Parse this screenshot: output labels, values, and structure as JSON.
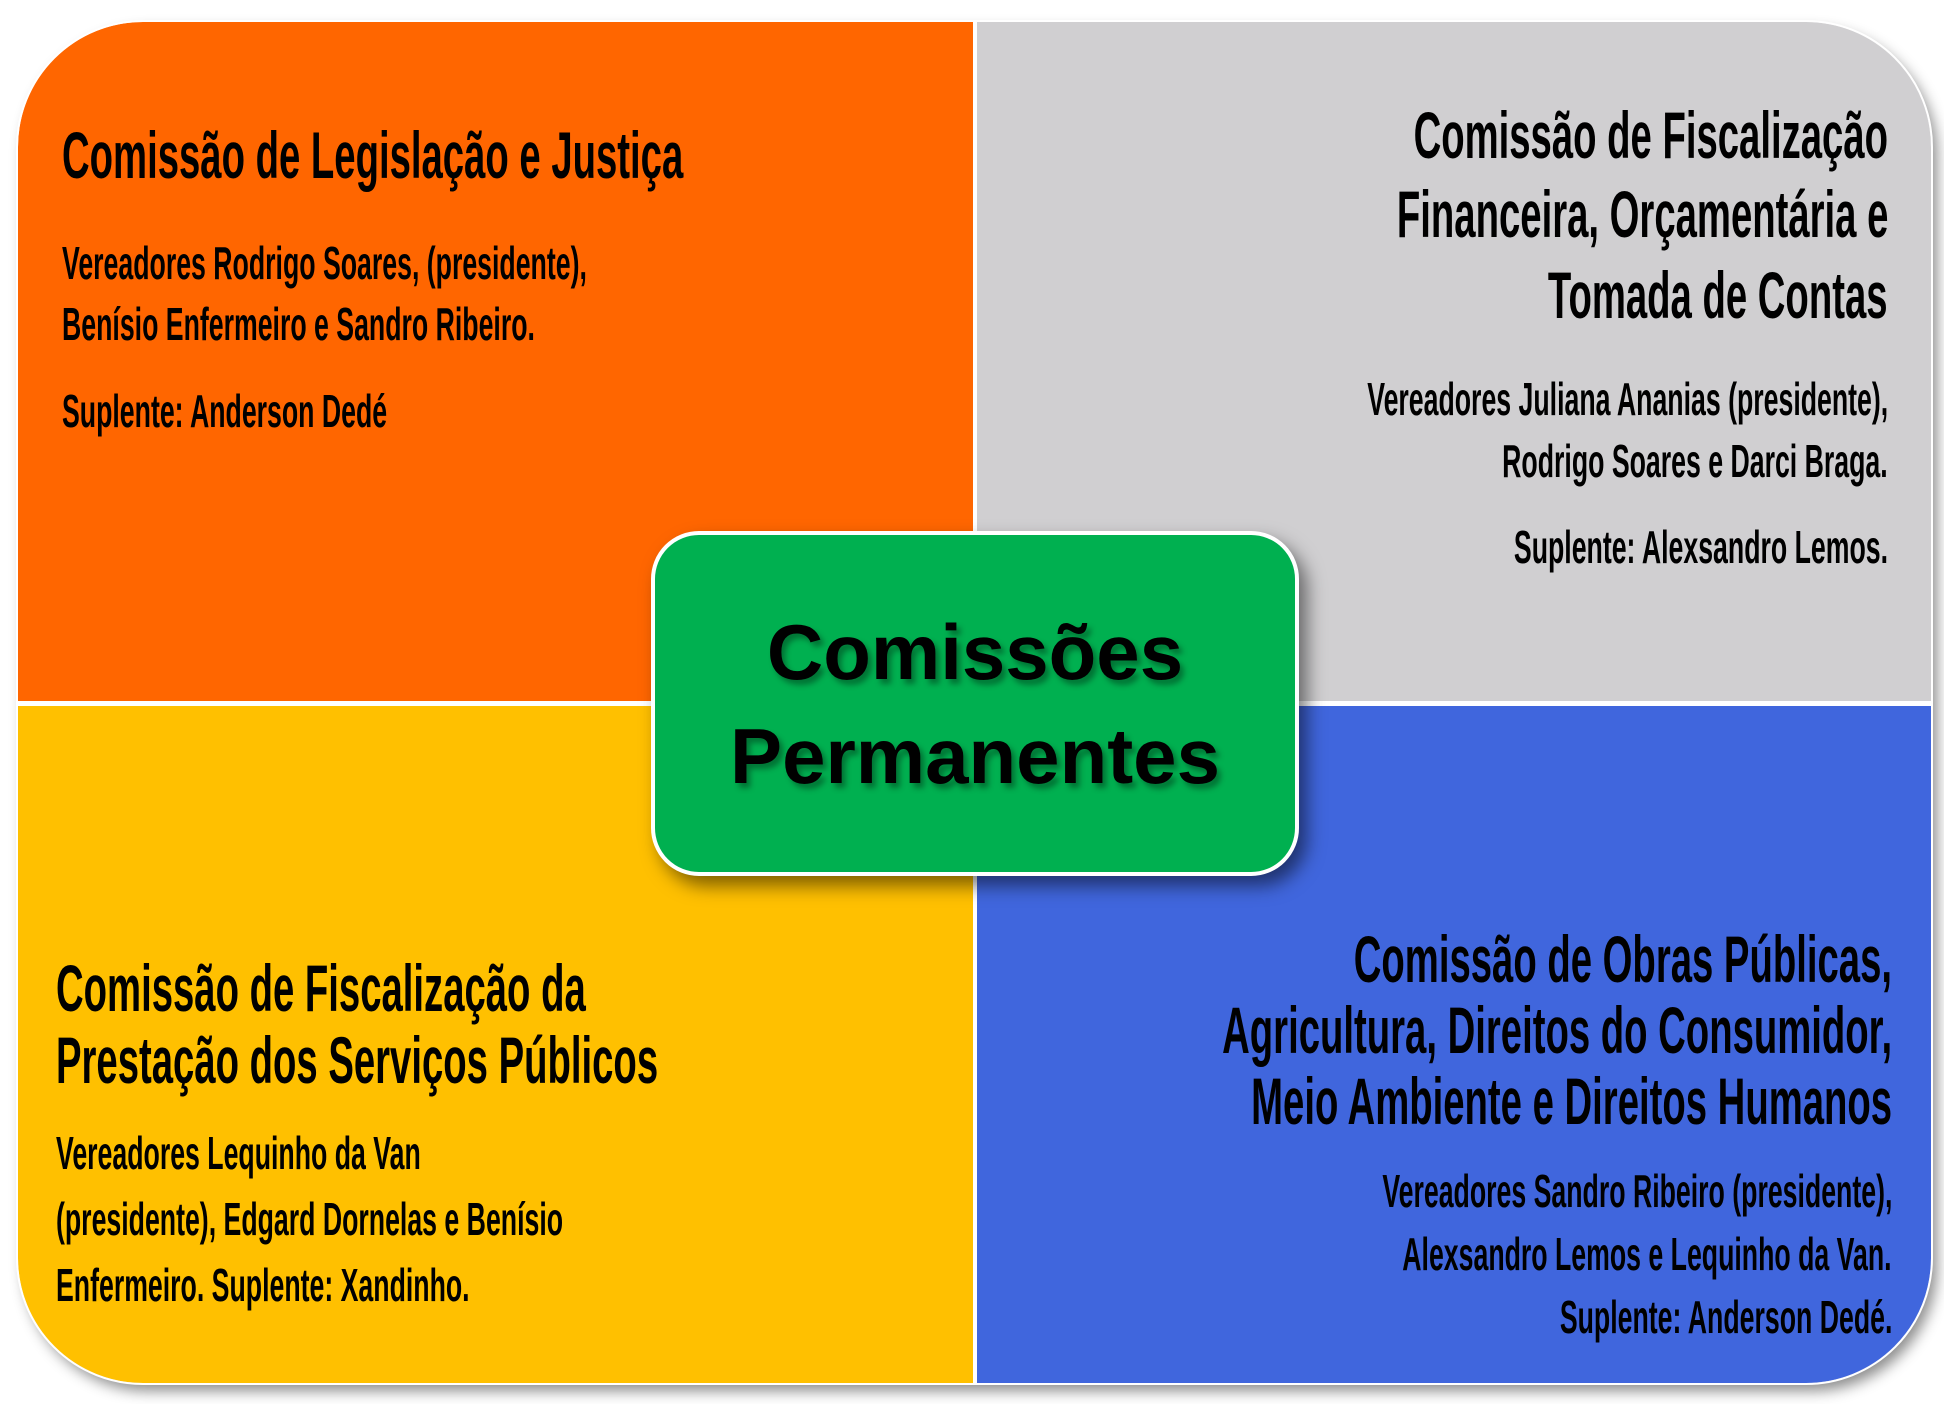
{
  "colors": {
    "legislacao": "#ff6600",
    "fiscalizacao_financeira": "#d0cfd1",
    "servicos_publicos": "#ffc000",
    "obras_publicas": "#4066dd",
    "center": "#00b050",
    "text": "#000000"
  },
  "center": {
    "lines": [
      "Comissões",
      "Permanentes"
    ]
  },
  "committees": [
    {
      "position": "top-left",
      "title_lines": [
        "Comissão de Legislação e Justiça"
      ],
      "body_lines": [
        "Vereadores Rodrigo Soares, (presidente),",
        "Benísio Enfermeiro e Sandro Ribeiro.",
        "Suplente: Anderson Dedé"
      ]
    },
    {
      "position": "top-right",
      "title_lines": [
        "Comissão de Fiscalização",
        "Financeira, Orçamentária e",
        "Tomada de Contas"
      ],
      "body_lines": [
        "Vereadores Juliana Ananias (presidente),",
        "Rodrigo Soares e Darci Braga.",
        "Suplente: Alexsandro Lemos."
      ]
    },
    {
      "position": "bottom-left",
      "title_lines": [
        "Comissão de Fiscalização da",
        "Prestação dos Serviços Públicos"
      ],
      "body_lines": [
        "Vereadores Lequinho da Van",
        "(presidente), Edgard Dornelas e Benísio",
        "Enfermeiro. Suplente: Xandinho."
      ]
    },
    {
      "position": "bottom-right",
      "title_lines": [
        "Comissão de Obras Públicas,",
        "Agricultura, Direitos do Consumidor,",
        "Meio Ambiente e Direitos Humanos"
      ],
      "body_lines": [
        "Vereadores Sandro Ribeiro (presidente),",
        "Alexsandro Lemos e Lequinho da Van.",
        "Suplente: Anderson Dedé."
      ]
    }
  ]
}
